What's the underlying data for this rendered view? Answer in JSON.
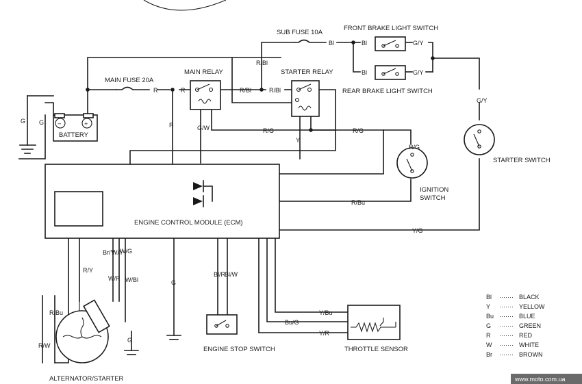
{
  "components": {
    "main_fuse": "MAIN FUSE 20A",
    "sub_fuse": "SUB FUSE 10A",
    "main_relay": "MAIN RELAY",
    "starter_relay": "STARTER RELAY",
    "front_brake": "FRONT BRAKE LIGHT SWITCH",
    "rear_brake": "REAR BRAKE LIGHT SWITCH",
    "starter_switch": "STARTER SWITCH",
    "ignition_switch_1": "IGNITION",
    "ignition_switch_2": "SWITCH",
    "battery": "BATTERY",
    "ecm": "ENGINE CONTROL MODULE (ECM)",
    "engine_stop": "ENGINE STOP SWITCH",
    "throttle_sensor": "THROTTLE SENSOR",
    "alternator": "ALTERNATOR/STARTER"
  },
  "wires": {
    "g_left": "G",
    "g_batt": "G",
    "r_fuse": "R",
    "r_relay": "R",
    "r_down": "R",
    "r_bl_1": "R/Bl",
    "r_bl_2": "R/Bl",
    "r_bl_sub": "R/Bl",
    "bl_sub": "Bl",
    "bl_front": "Bl",
    "bl_rear": "Bl",
    "gy_front": "G/Y",
    "gy_rear": "G/Y",
    "gy_starter": "G/Y",
    "gw": "G/W",
    "rg_1": "R/G",
    "rg_2": "R/G",
    "rg_ign": "R/G",
    "y": "Y",
    "r_bu": "R/Bu",
    "y_g": "Y/G",
    "r_y": "R/Y",
    "br_y": "Br/Y",
    "w_y": "W/Y",
    "w_g": "W/G",
    "w_r": "W/R",
    "w_bl": "W/Bl",
    "r_bu_alt": "R/Bu",
    "r_w": "R/W",
    "g_ecm": "G",
    "g_alt": "G",
    "bl_r": "Bl/R",
    "bl_w": "Bl/W",
    "y_bu": "Y/Bu",
    "bu_g": "Bu/G",
    "y_r": "Y/R",
    "plus": "+",
    "minus": "−"
  },
  "legend": [
    {
      "code": "Bl",
      "dots": "·······",
      "color": "BLACK"
    },
    {
      "code": "Y",
      "dots": "·······",
      "color": "YELLOW"
    },
    {
      "code": "Bu",
      "dots": "·······",
      "color": "BLUE"
    },
    {
      "code": "G",
      "dots": "·······",
      "color": "GREEN"
    },
    {
      "code": "R",
      "dots": "·······",
      "color": "RED"
    },
    {
      "code": "W",
      "dots": "·······",
      "color": "WHITE"
    },
    {
      "code": "Br",
      "dots": "·······",
      "color": "BROWN"
    }
  ],
  "watermark": "www.moto.com.ua"
}
